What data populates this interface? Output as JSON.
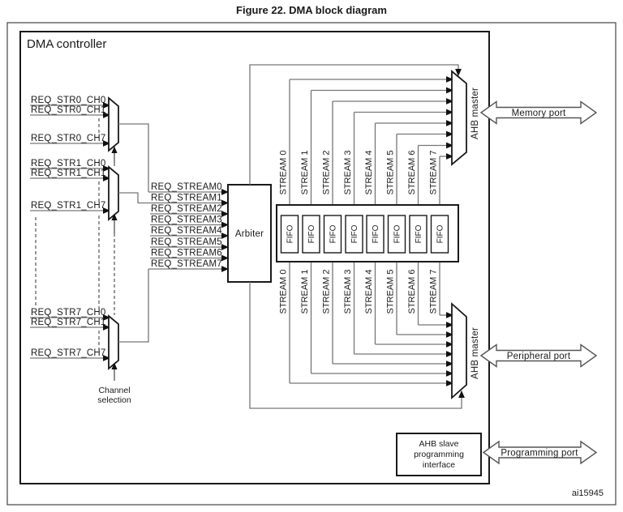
{
  "title": "Figure 22. DMA block diagram",
  "watermark": "ai15945",
  "controller": {
    "label": "DMA controller"
  },
  "arbiter": {
    "label": "Arbiter"
  },
  "channel_selection": {
    "line1": "Channel",
    "line2": "selection"
  },
  "request_groups": {
    "group0": {
      "ch0": "REQ_STR0_CH0",
      "ch1": "REQ_STR0_CH1",
      "ch7": "REQ_STR0_CH7"
    },
    "group1": {
      "ch0": "REQ_STR1_CH0",
      "ch1": "REQ_STR1_CH1",
      "ch7": "REQ_STR1_CH7"
    },
    "group7": {
      "ch0": "REQ_STR7_CH0",
      "ch1": "REQ_STR7_CH1",
      "ch7": "REQ_STR7_CH7"
    }
  },
  "req_streams": [
    "REQ_STREAM0",
    "REQ_STREAM1",
    "REQ_STREAM2",
    "REQ_STREAM3",
    "REQ_STREAM4",
    "REQ_STREAM5",
    "REQ_STREAM6",
    "REQ_STREAM7"
  ],
  "streams": [
    "STREAM 0",
    "STREAM 1",
    "STREAM 2",
    "STREAM 3",
    "STREAM 4",
    "STREAM 5",
    "STREAM 6",
    "STREAM 7"
  ],
  "fifo": {
    "label": "FIFO"
  },
  "ahb_master": {
    "label": "AHB master"
  },
  "ahb_slave": {
    "line1": "AHB slave",
    "line2": "programming",
    "line3": "interface"
  },
  "ports": {
    "memory": "Memory port",
    "peripheral": "Peripheral port",
    "programming": "Programming port"
  },
  "colors": {
    "ink": "#1a1a1a",
    "line": "#777777"
  }
}
